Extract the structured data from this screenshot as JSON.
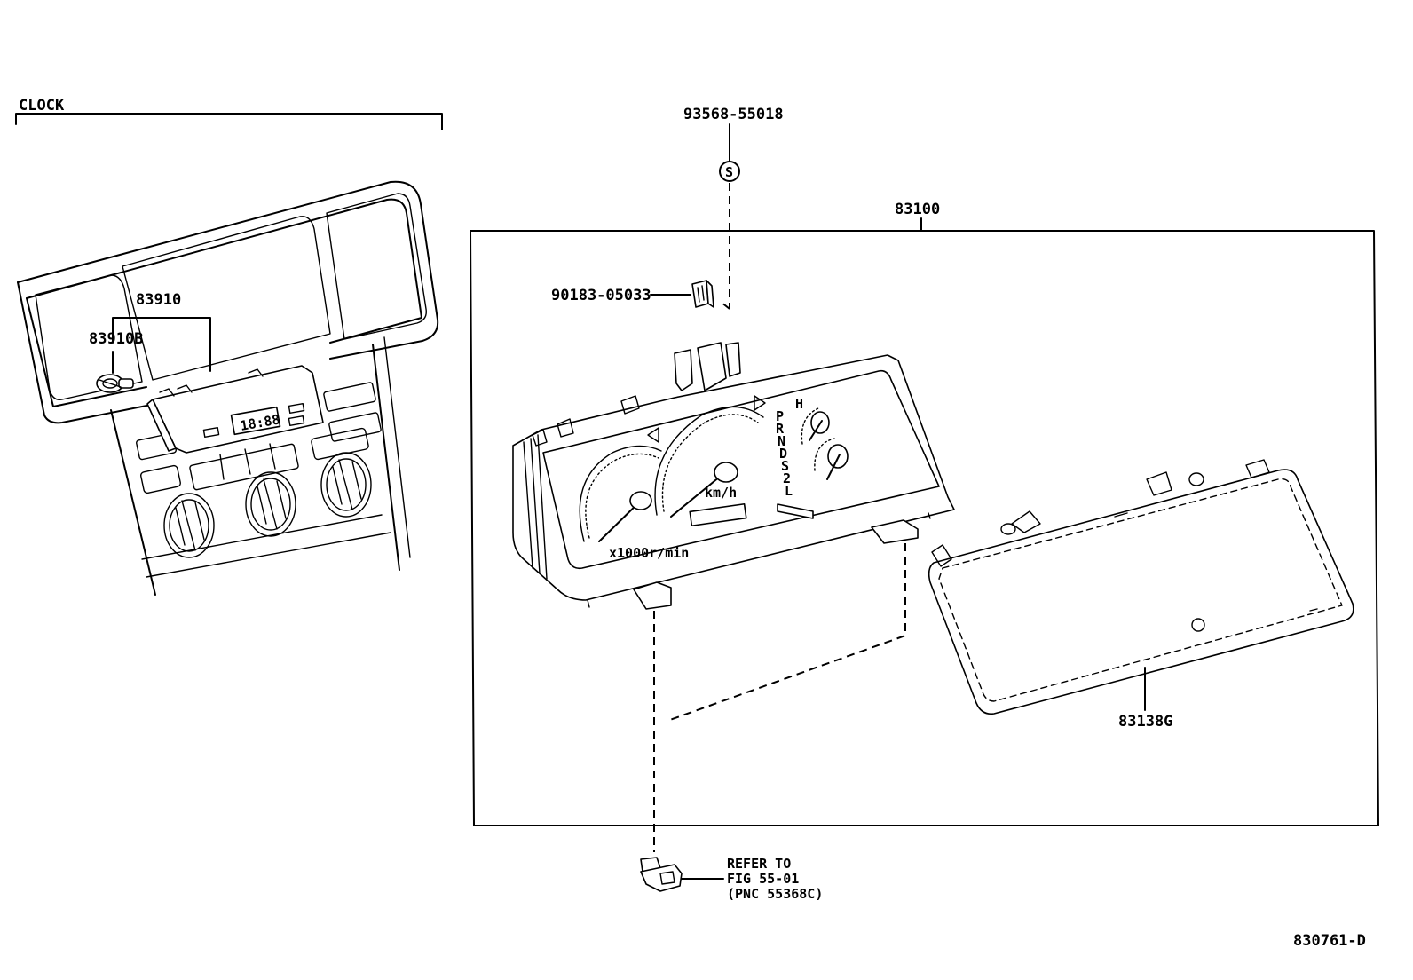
{
  "diagram": {
    "clock_section_label": "CLOCK",
    "figure_id": "830761-D",
    "parts": {
      "screw": "93568-55018",
      "screw_symbol": "S",
      "clip": "90183-05033",
      "meter_assy": "83100",
      "clock_assy": "83910",
      "clock_bulb": "83910B",
      "meter_glass": "83138G"
    },
    "refer_note": {
      "line1": "REFER TO",
      "line2": "FIG 55-01",
      "line3": "(PNC 55368C)"
    },
    "clock_display": "18:88",
    "gear_indicator": [
      "P",
      "R",
      "N",
      "D",
      "S",
      "2",
      "L"
    ],
    "temp_label": "H",
    "speed_unit": "km/h"
  }
}
